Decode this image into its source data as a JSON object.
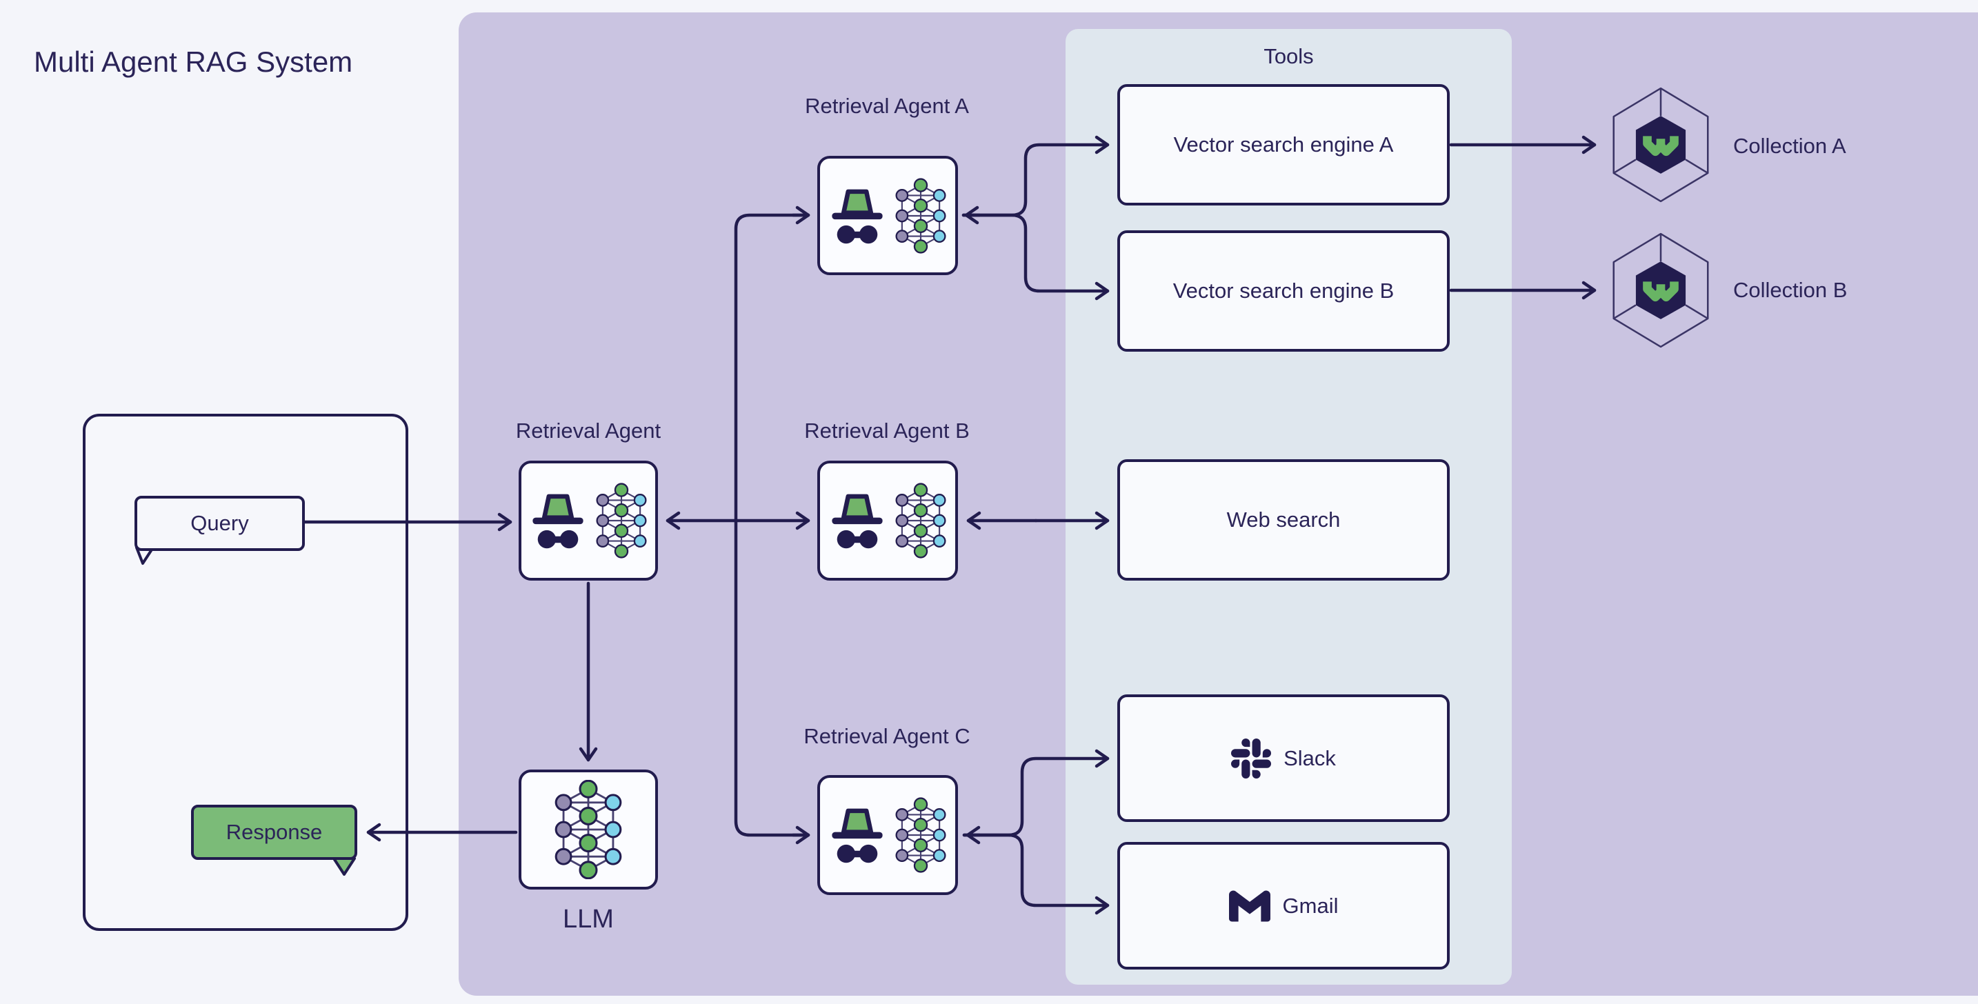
{
  "title": "Multi Agent RAG System",
  "io": {
    "query": "Query",
    "response": "Response"
  },
  "agents": {
    "main": "Retrieval Agent",
    "a": "Retrieval Agent A",
    "b": "Retrieval Agent B",
    "c": "Retrieval Agent C"
  },
  "llm": {
    "label": "LLM"
  },
  "tools": {
    "label": "Tools",
    "vector_a": "Vector search engine A",
    "vector_b": "Vector search engine B",
    "web_search": "Web search",
    "slack": "Slack",
    "gmail": "Gmail"
  },
  "collections": {
    "a": "Collection A",
    "b": "Collection B"
  },
  "icons": {
    "agent": "incognito-agent-icon",
    "neural_network": "neural-network-icon",
    "weaviate": "weaviate-hexagon-icon",
    "slack": "slack-icon",
    "gmail": "gmail-icon"
  },
  "colors": {
    "page_bg": "#f4f5fa",
    "purple_panel": "#cac4e1",
    "tools_panel": "#dfe7ee",
    "navy": "#221c4e",
    "hat_green": "#72b469",
    "response_green": "#7bbb78",
    "node_purple": "#938bb0",
    "node_blue": "#7fd2ea",
    "node_green": "#64b360"
  }
}
